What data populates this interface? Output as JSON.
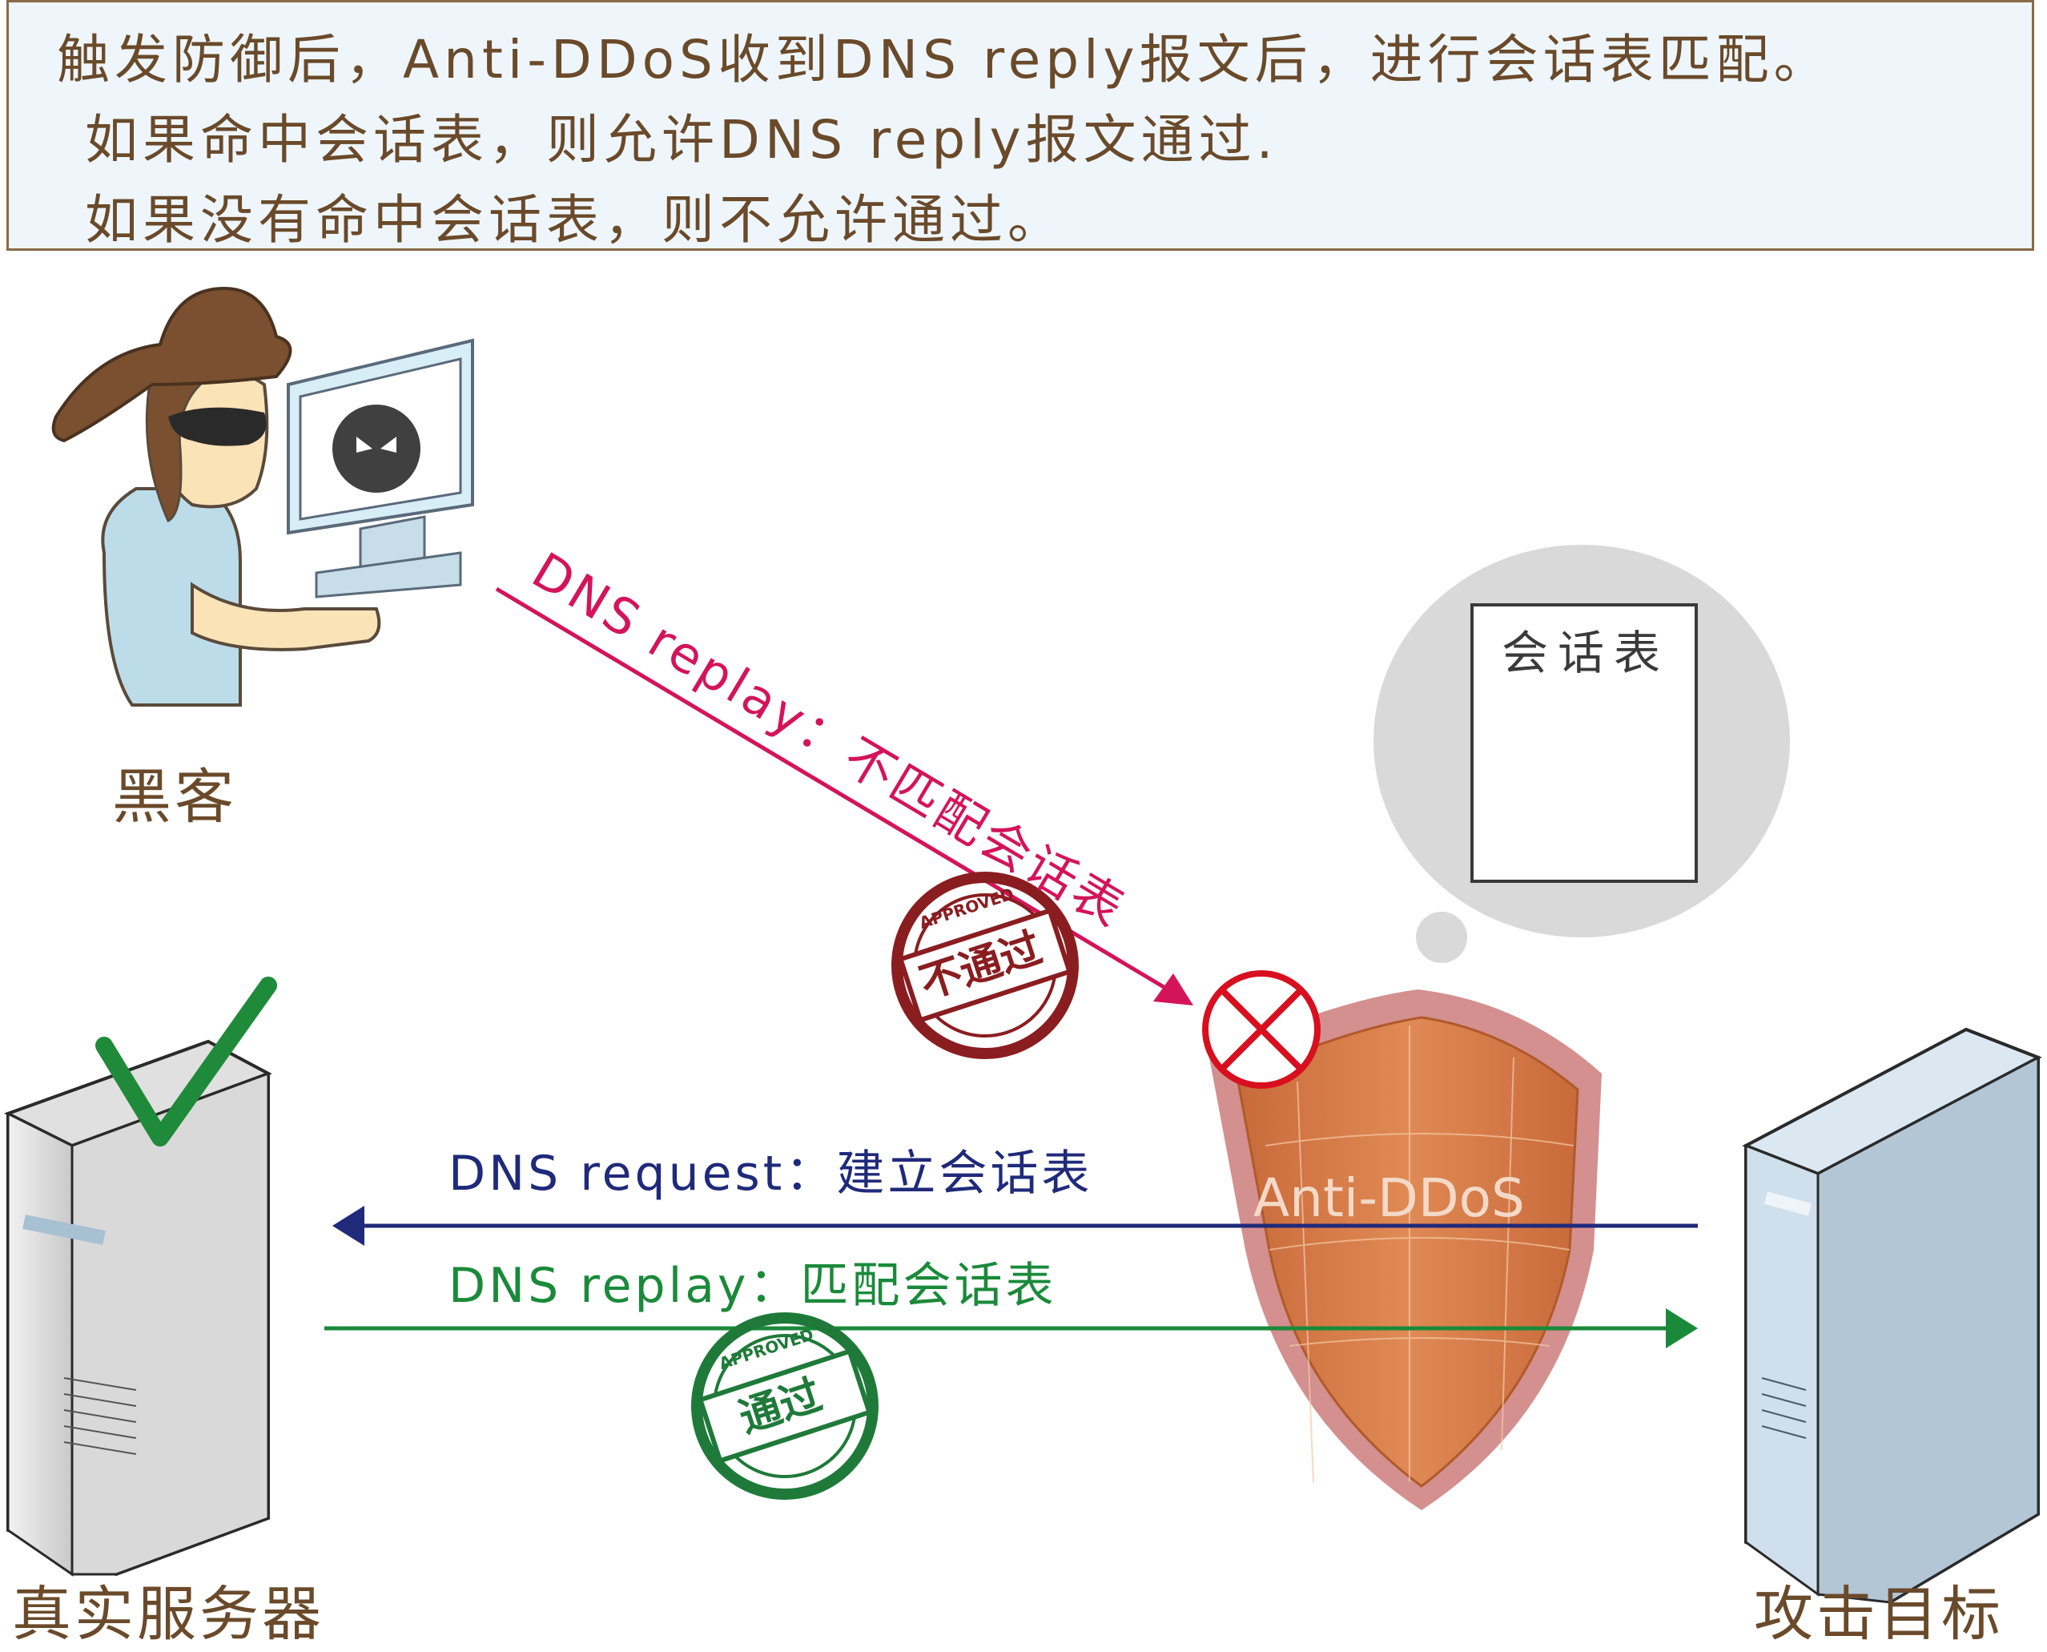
{
  "note": {
    "line1": "触发防御后，Anti-DDoS收到DNS reply报文后，进行会话表匹配。",
    "line2": "如果命中会话表，则允许DNS reply报文通过.",
    "line3": "如果没有命中会话表，则不允许通过。"
  },
  "nodes": {
    "hacker": "黑客",
    "real_server": "真实服务器",
    "target": "攻击目标",
    "shield": "Anti-DDoS",
    "session_table": "会话表"
  },
  "messages": {
    "attack": "DNS replay：不匹配会话表",
    "request": "DNS request：建立会话表",
    "reply": "DNS replay：匹配会话表"
  },
  "stamps": {
    "deny": "不通过",
    "allow": "通过",
    "ring_text": "APPROVED"
  },
  "colors": {
    "attack": "#d4145a",
    "request": "#1f2a7a",
    "reply": "#1a8a3a",
    "stamp_red": "#8a1d20",
    "stamp_green": "#1f7a3a",
    "text_brown": "#6a4a2a"
  }
}
